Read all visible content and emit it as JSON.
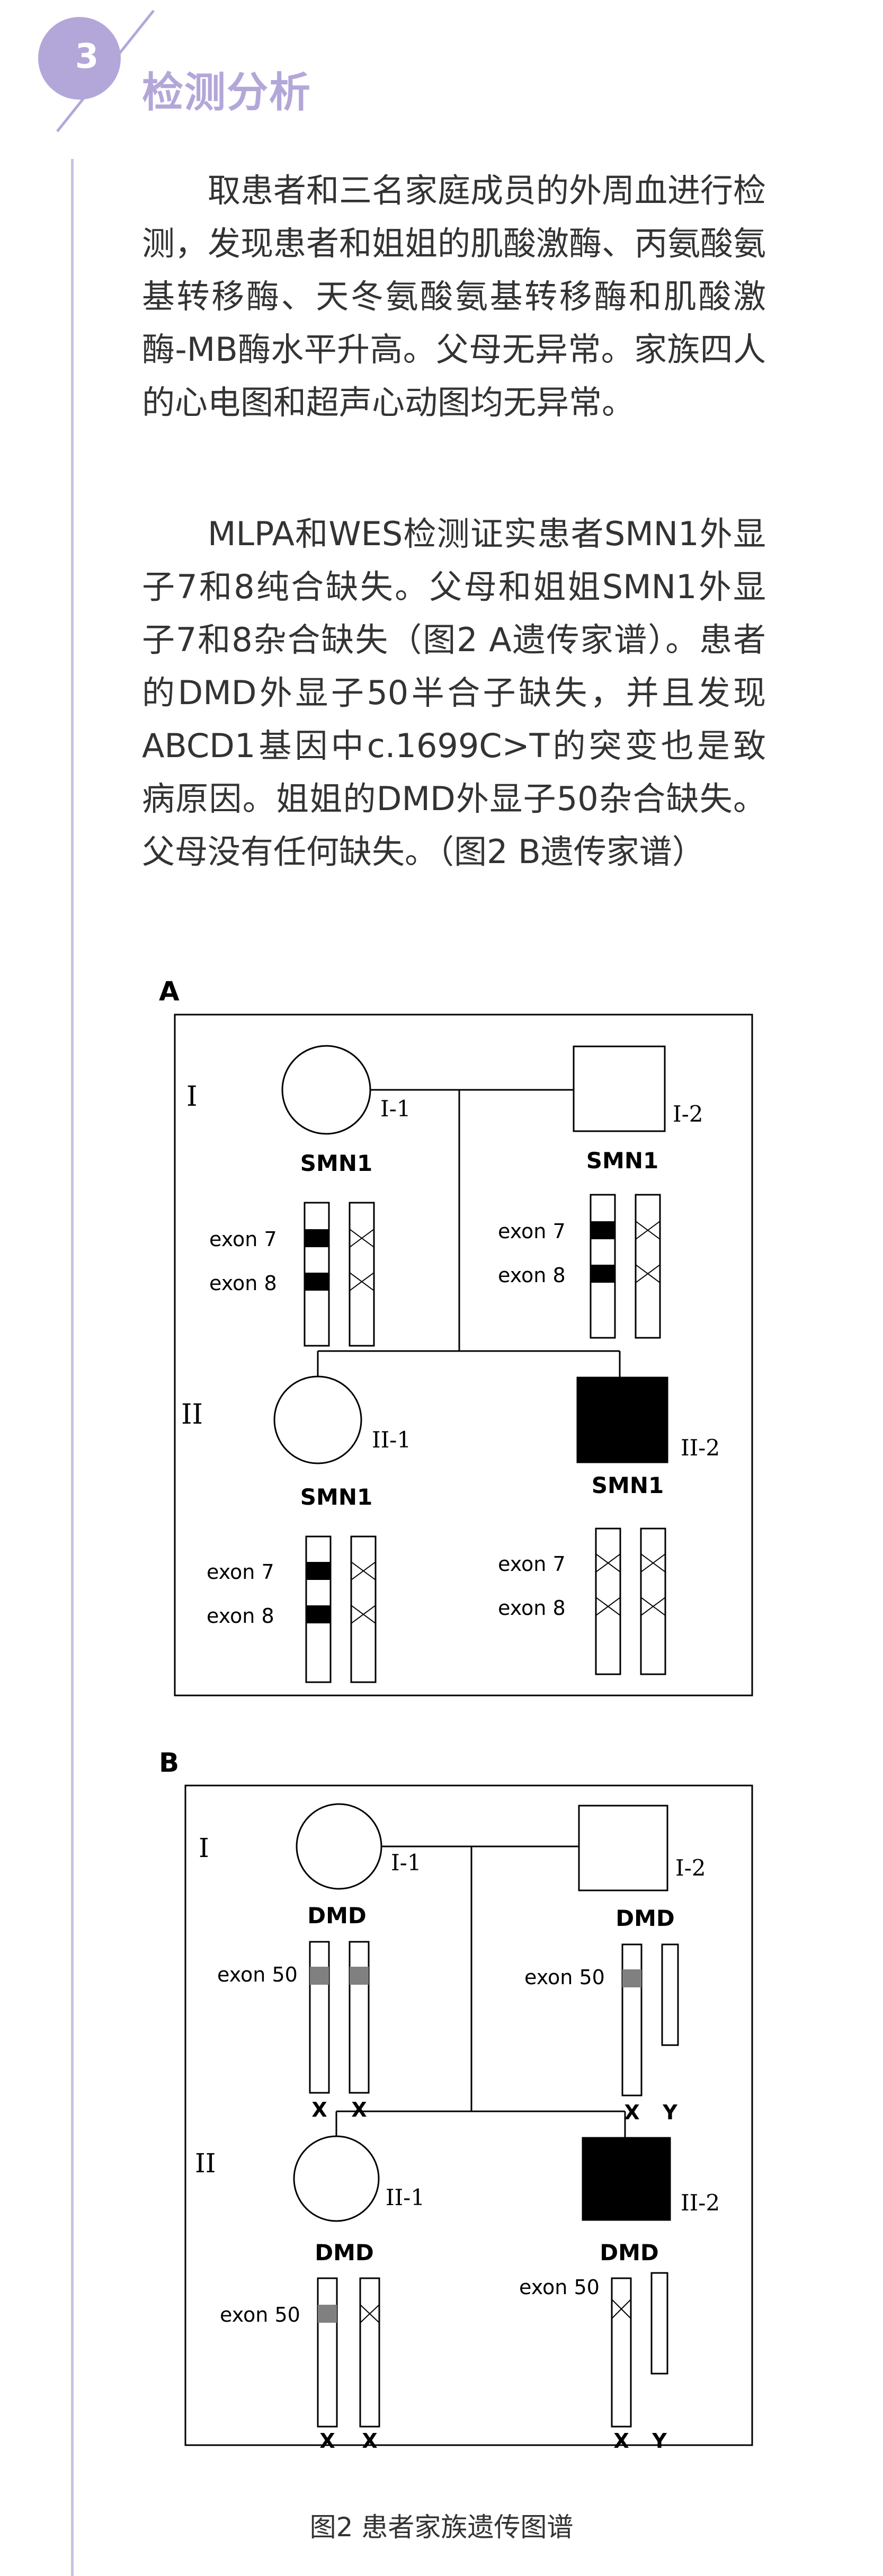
{
  "section": {
    "number": "3",
    "title": "检测分析",
    "accent_color": "#b3a7d9"
  },
  "paragraphs": [
    "取患者和三名家庭成员的外周血进行检测，发现患者和姐姐的肌酸激酶、丙氨酸氨基转移酶、天冬氨酸氨基转移酶和肌酸激酶-MB酶水平升高。父母无异常。家族四人的心电图和超声心动图均无异常。",
    "MLPA和WES检测证实患者SMN1外显子7和8纯合缺失。父母和姐姐SMN1外显子7和8杂合缺失（图2 A遗传家谱）。患者的DMD外显子50半合子缺失，并且发现ABCD1基因中c.1699C>T的突变也是致病原因。姐姐的DMD外显子50杂合缺失。父母没有任何缺失。（图2 B遗传家谱）"
  ],
  "figure": {
    "panel_a": {
      "letter": "A",
      "gen1": "I",
      "gen2": "II",
      "id_i1": "I-1",
      "id_i2": "I-2",
      "id_ii1": "II-1",
      "id_ii2": "II-2",
      "gene": "SMN1",
      "exon_a": "exon 7",
      "exon_b": "exon 8"
    },
    "panel_b": {
      "letter": "B",
      "gen1": "I",
      "gen2": "II",
      "id_i1": "I-1",
      "id_i2": "I-2",
      "id_ii1": "II-1",
      "id_ii2": "II-2",
      "gene": "DMD",
      "exon": "exon 50",
      "chr_x": "X",
      "chr_y": "Y"
    },
    "caption": "图2 患者家族遗传图谱"
  }
}
